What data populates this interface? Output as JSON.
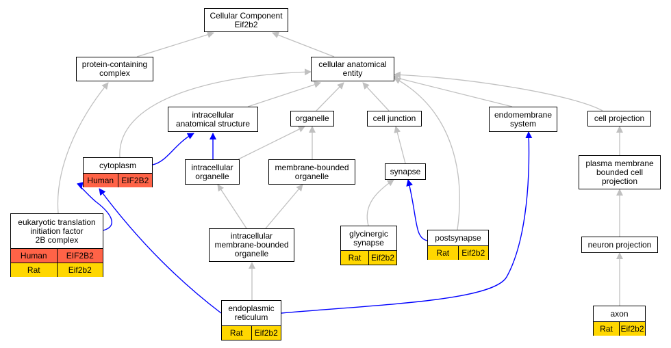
{
  "nodes": {
    "cc": {
      "lines": [
        "Cellular Component",
        "Eif2b2"
      ]
    },
    "pcc": {
      "lines": [
        "protein-containing",
        "complex"
      ]
    },
    "cae": {
      "lines": [
        "cellular anatomical",
        "entity"
      ]
    },
    "ias": {
      "lines": [
        "intracellular",
        "anatomical structure"
      ]
    },
    "org": {
      "lines": [
        "organelle"
      ]
    },
    "cj": {
      "lines": [
        "cell junction"
      ]
    },
    "es": {
      "lines": [
        "endomembrane",
        "system"
      ]
    },
    "cp": {
      "lines": [
        "cell projection"
      ]
    },
    "cyto": {
      "lines": [
        "cytoplasm"
      ],
      "rows": [
        {
          "species": "Human",
          "gene": "EIF2B2"
        }
      ]
    },
    "io": {
      "lines": [
        "intracellular",
        "organelle"
      ]
    },
    "mbo": {
      "lines": [
        "membrane-bounded",
        "organelle"
      ]
    },
    "syn": {
      "lines": [
        "synapse"
      ]
    },
    "pmbcp": {
      "lines": [
        "plasma membrane",
        "bounded cell",
        "projection"
      ]
    },
    "eif": {
      "lines": [
        "eukaryotic translation",
        "initiation factor",
        "2B complex"
      ],
      "rows": [
        {
          "species": "Human",
          "gene": "EIF2B2"
        },
        {
          "species": "Rat",
          "gene": "Eif2b2"
        }
      ]
    },
    "gly": {
      "lines": [
        "glycinergic",
        "synapse"
      ],
      "rows": [
        {
          "species": "Rat",
          "gene": "Eif2b2"
        }
      ]
    },
    "ps": {
      "lines": [
        "postsynapse"
      ],
      "rows": [
        {
          "species": "Rat",
          "gene": "Eif2b2"
        }
      ]
    },
    "imbo": {
      "lines": [
        "intracellular",
        "membrane-bounded",
        "organelle"
      ]
    },
    "np": {
      "lines": [
        "neuron projection"
      ]
    },
    "er": {
      "lines": [
        "endoplasmic",
        "reticulum"
      ],
      "rows": [
        {
          "species": "Rat",
          "gene": "Eif2b2"
        }
      ]
    },
    "axon": {
      "lines": [
        "axon"
      ],
      "rows": [
        {
          "species": "Rat",
          "gene": "Eif2b2"
        }
      ]
    }
  },
  "colors": {
    "human": "#ff6347",
    "rat": "#ffd700",
    "gray_edge": "#c0c0c0",
    "blue_edge": "#0000ff"
  },
  "edges": [
    {
      "from": "pcc",
      "to": "cc",
      "color": "gray"
    },
    {
      "from": "cae",
      "to": "cc",
      "color": "gray"
    },
    {
      "from": "ias",
      "to": "cae",
      "color": "gray"
    },
    {
      "from": "org",
      "to": "cae",
      "color": "gray"
    },
    {
      "from": "cj",
      "to": "cae",
      "color": "gray"
    },
    {
      "from": "es",
      "to": "cae",
      "color": "gray"
    },
    {
      "from": "cp",
      "to": "cae",
      "color": "gray"
    },
    {
      "from": "cyto",
      "to": "cae",
      "color": "gray"
    },
    {
      "from": "ps",
      "to": "cae",
      "color": "gray"
    },
    {
      "from": "cyto",
      "to": "ias",
      "color": "blue"
    },
    {
      "from": "io",
      "to": "ias",
      "color": "blue"
    },
    {
      "from": "io",
      "to": "org",
      "color": "gray"
    },
    {
      "from": "mbo",
      "to": "org",
      "color": "gray"
    },
    {
      "from": "syn",
      "to": "cj",
      "color": "gray"
    },
    {
      "from": "pmbcp",
      "to": "cp",
      "color": "gray"
    },
    {
      "from": "eif",
      "to": "pcc",
      "color": "gray"
    },
    {
      "from": "eif",
      "to": "cyto",
      "color": "blue"
    },
    {
      "from": "gly",
      "to": "syn",
      "color": "gray"
    },
    {
      "from": "ps",
      "to": "syn",
      "color": "blue"
    },
    {
      "from": "imbo",
      "to": "io",
      "color": "gray"
    },
    {
      "from": "imbo",
      "to": "mbo",
      "color": "gray"
    },
    {
      "from": "np",
      "to": "pmbcp",
      "color": "gray"
    },
    {
      "from": "er",
      "to": "imbo",
      "color": "gray"
    },
    {
      "from": "er",
      "to": "cyto",
      "color": "blue"
    },
    {
      "from": "er",
      "to": "es",
      "color": "blue"
    },
    {
      "from": "axon",
      "to": "np",
      "color": "gray"
    }
  ]
}
